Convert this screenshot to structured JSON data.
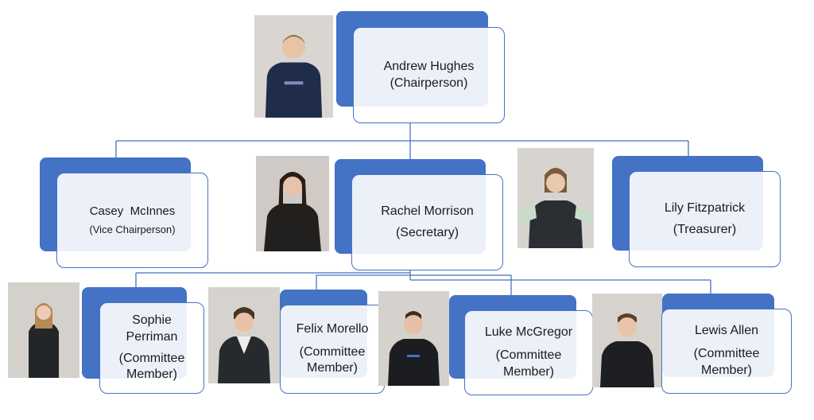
{
  "colors": {
    "accent": "#4472c4",
    "line": "#4472c4",
    "card_fill": "#ffffff"
  },
  "members": {
    "chair": {
      "name": "Andrew Hughes",
      "role": "(Chairperson)"
    },
    "vice": {
      "name": "Casey  McInnes",
      "role": "(Vice Chairperson)"
    },
    "secretary": {
      "name": "Rachel Morrison",
      "role": "(Secretary)"
    },
    "treasurer": {
      "name": "Lily Fitzpatrick",
      "role": "(Treasurer)"
    },
    "sophie": {
      "name_line1": "Sophie",
      "name_line2": "Perriman",
      "role_line1": "(Committee",
      "role_line2": "Member)"
    },
    "felix": {
      "name": "Felix Morello",
      "role_line1": "(Committee",
      "role_line2": "Member)"
    },
    "luke": {
      "name": "Luke McGregor",
      "role_line1": "(Committee",
      "role_line2": "Member)"
    },
    "lewis": {
      "name": "Lewis Allen",
      "role_line1": "(Committee",
      "role_line2": "Member)"
    }
  }
}
